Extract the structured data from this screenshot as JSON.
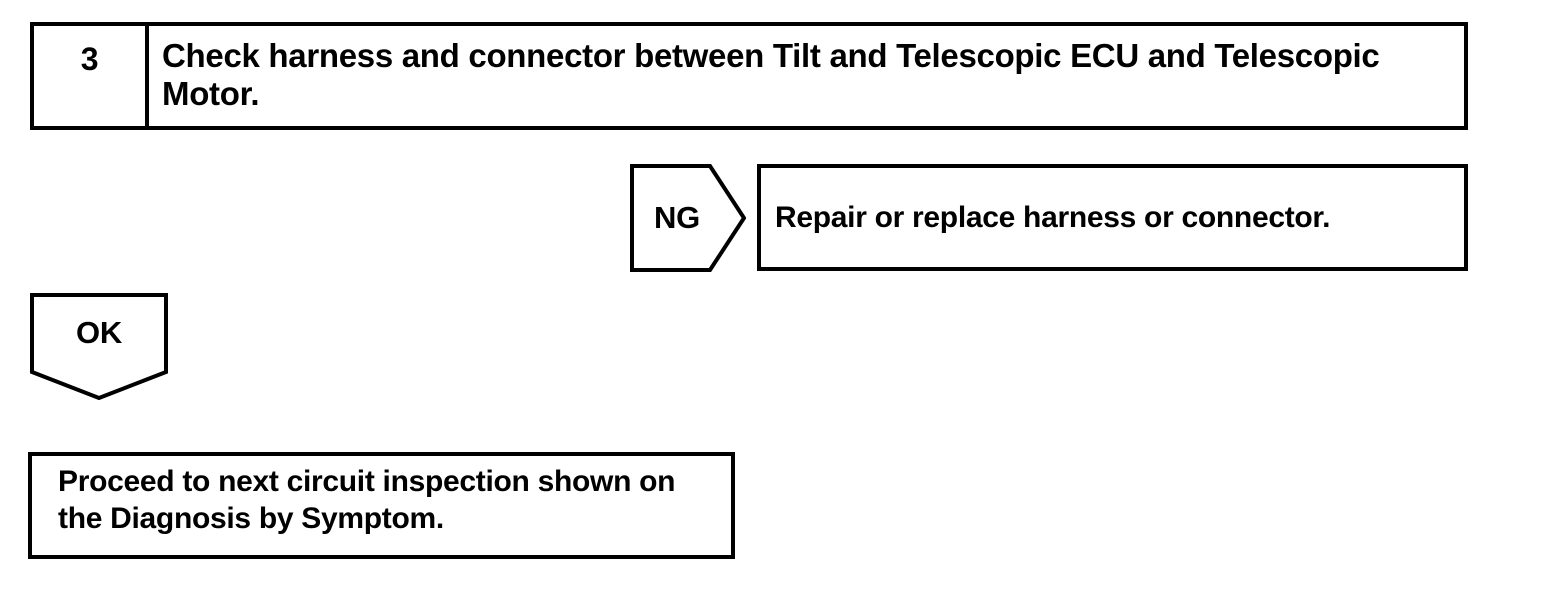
{
  "page": {
    "background_color": "#ffffff",
    "ink_color": "#000000"
  },
  "flowchart": {
    "step": {
      "number": "3",
      "instruction_lines": [
        "Check harness and connector between Tilt and Telescopic ECU and Telescopic",
        "Motor."
      ]
    },
    "ng_branch": {
      "label": "NG",
      "action": "Repair or replace harness or connector."
    },
    "ok_branch": {
      "label": "OK",
      "action_lines": [
        "Proceed to next circuit inspection shown on",
        "the Diagnosis by Symptom."
      ]
    }
  }
}
